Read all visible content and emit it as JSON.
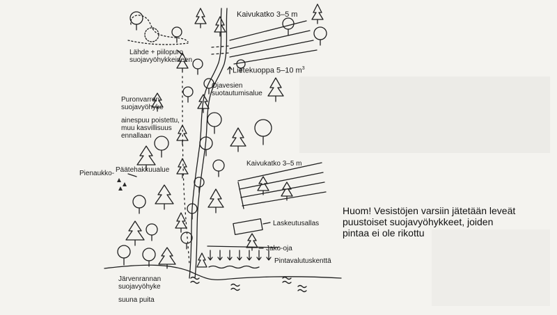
{
  "labels": {
    "kaivukatko_top": "Kaivukatko 3–5 m",
    "lahde": "Lähde + piilopuro",
    "lahde_zone": "suojavyöhykkeineen",
    "lietekuoppa_text": "Lietekuoppa 5–10 m",
    "lietekuoppa_sup": "3",
    "ojavesien": "Ojavesien",
    "suotautumisalue": "suotautumisalue",
    "puronvarren": "Puronvarren",
    "puron_zone": "suojavyöhyke",
    "ainespuu": "ainespuu poistettu,",
    "muu_kasvillisuus": "muu kasvillisuus",
    "ennallaan": "ennallaan",
    "pienaukko": "Pienaukko-",
    "paatehakkuualue": "Päätehakkuualue",
    "kaivukatko_mid": "Kaivukatko 3–5 m",
    "laskeutusallas": "Laskeutusallas",
    "jako_oja": "Jako-oja",
    "pintavalutuskentta": "Pintavalutuskenttä",
    "jarvenrannan": "Järvenrannan",
    "jarvi_zone": "suojavyöhyke",
    "suuna_puita": "suuna puita"
  },
  "note": {
    "line1": "Huom!  Vesistöjen varsiin jätetään leveät",
    "line2": "puustoiset suojavyöhykkeet, joiden",
    "line3": "pintaa ei ole rikottu"
  },
  "colors": {
    "ink": "#1f1f1f",
    "paper": "#f4f3ef"
  }
}
